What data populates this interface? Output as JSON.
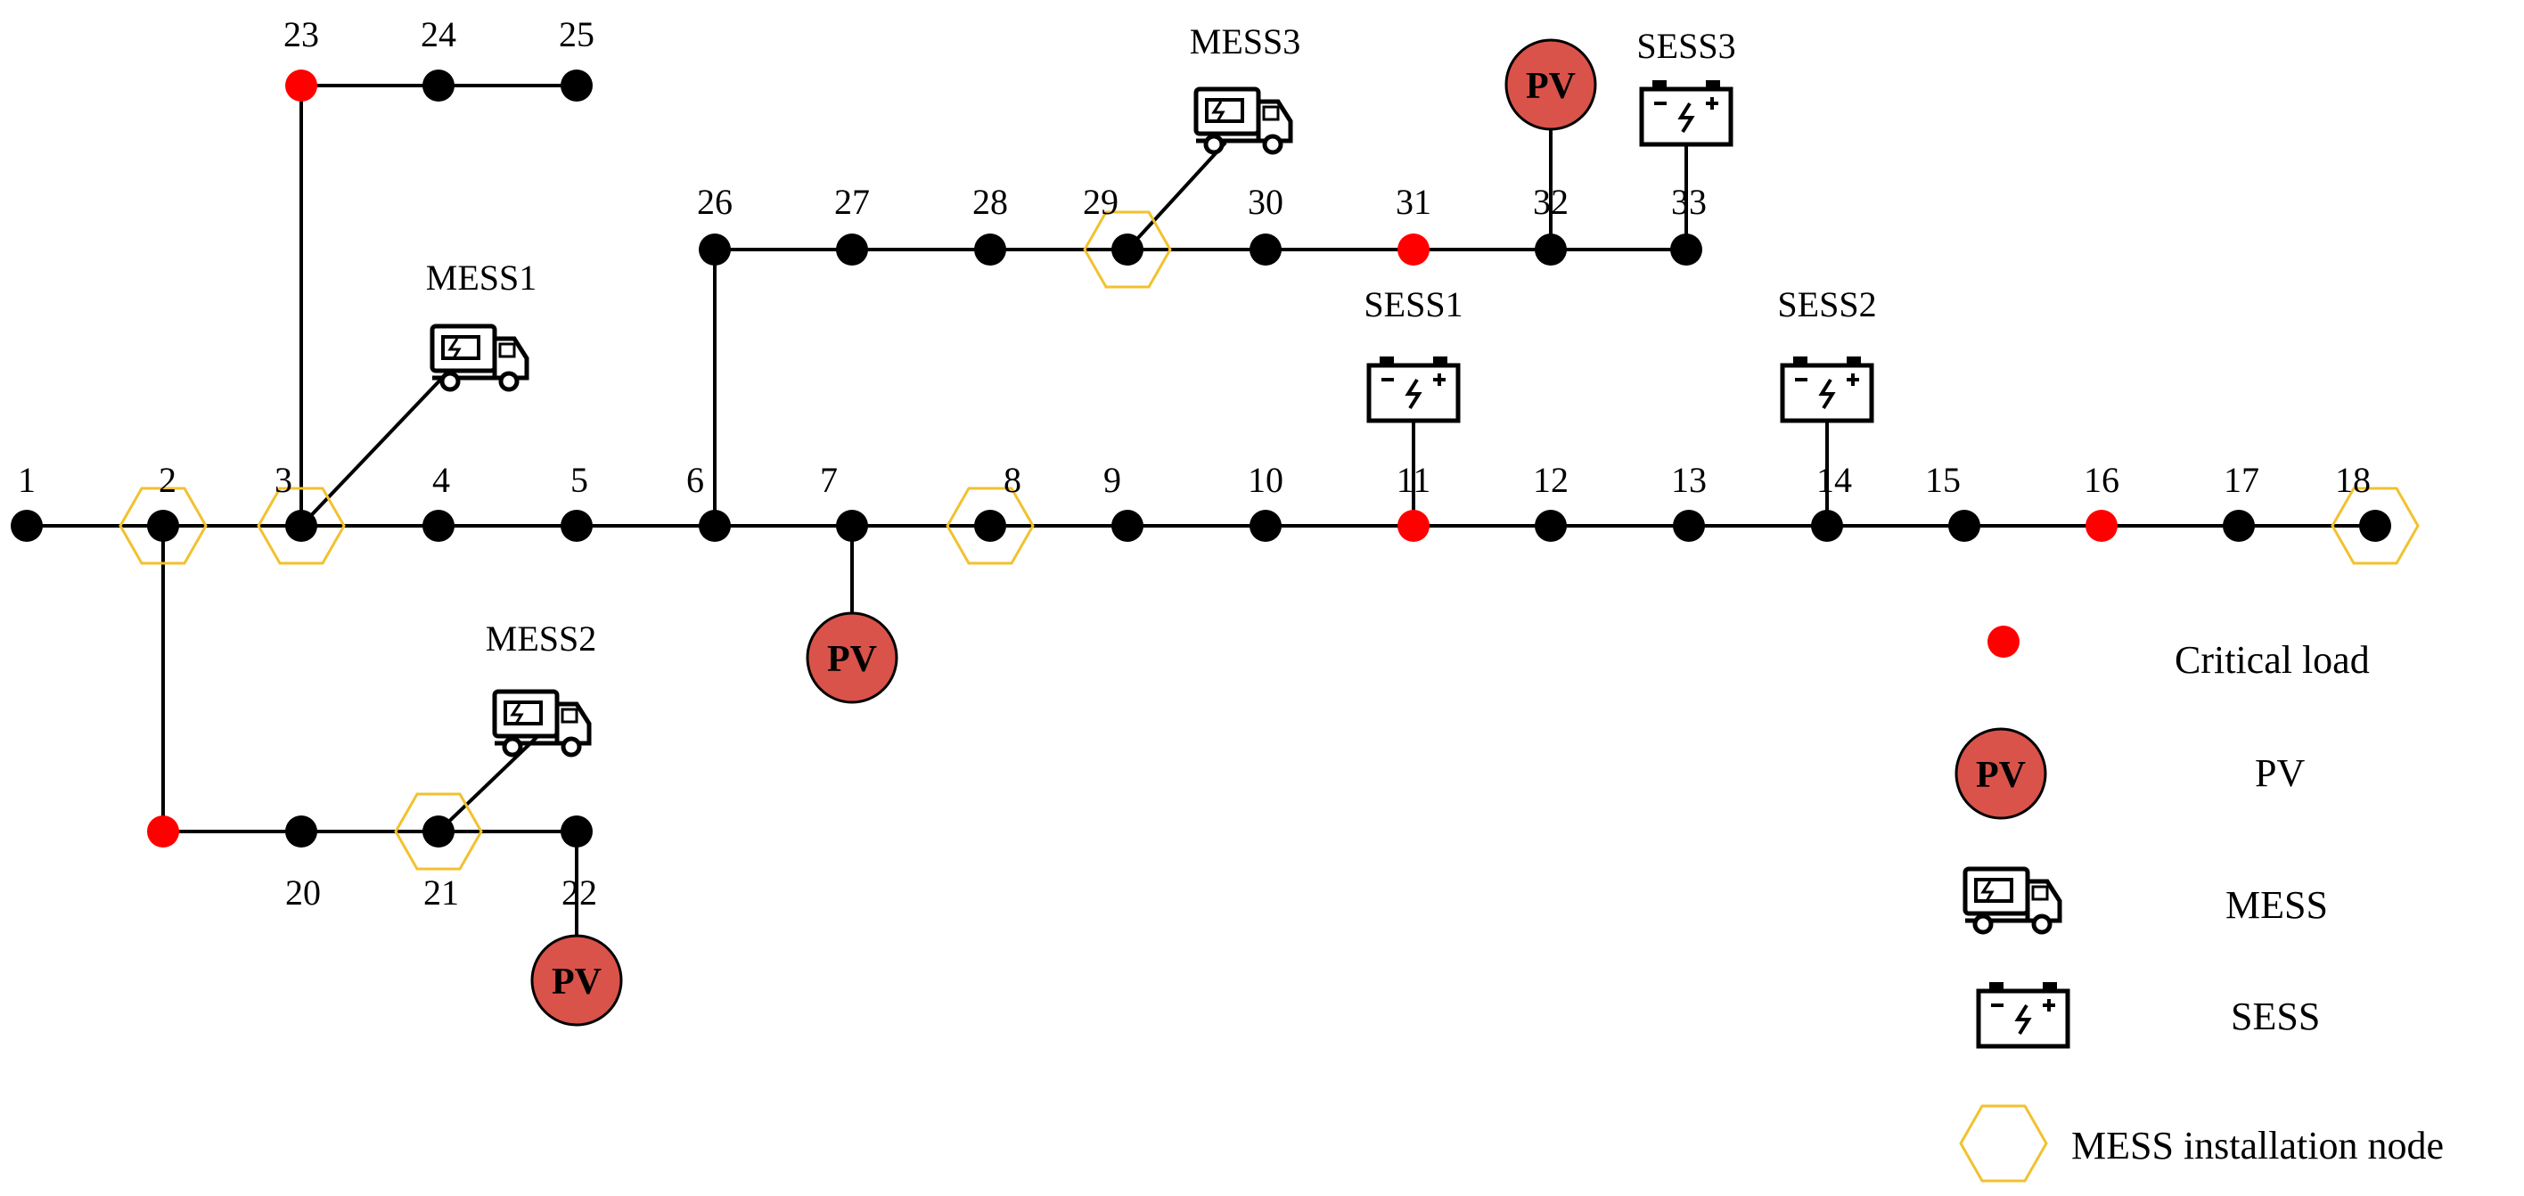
{
  "nodes": [
    "1",
    "2",
    "3",
    "4",
    "5",
    "6",
    "7",
    "8",
    "9",
    "10",
    "11",
    "12",
    "13",
    "14",
    "15",
    "16",
    "17",
    "18",
    "20",
    "21",
    "22",
    "23",
    "24",
    "25",
    "26",
    "27",
    "28",
    "29",
    "30",
    "31",
    "32",
    "33"
  ],
  "device_labels": {
    "mess1": "MESS1",
    "mess2": "MESS2",
    "mess3": "MESS3",
    "sess1": "SESS1",
    "sess2": "SESS2",
    "sess3": "SESS3",
    "pv": "PV"
  },
  "legend": {
    "critical_load": "Critical load",
    "pv_symbol": "PV",
    "pv": "PV",
    "mess": "MESS",
    "sess": "SESS",
    "mess_node": "MESS installation node"
  },
  "colors": {
    "bus": "#000000",
    "critical_load": "#ff0000",
    "pv_fill": "#d9534a",
    "hexagon": "#f2c12e"
  },
  "icons": {
    "mess": "truck-battery-icon",
    "sess": "battery-icon",
    "pv": "pv-circle-icon",
    "mess_node": "hexagon-icon"
  }
}
